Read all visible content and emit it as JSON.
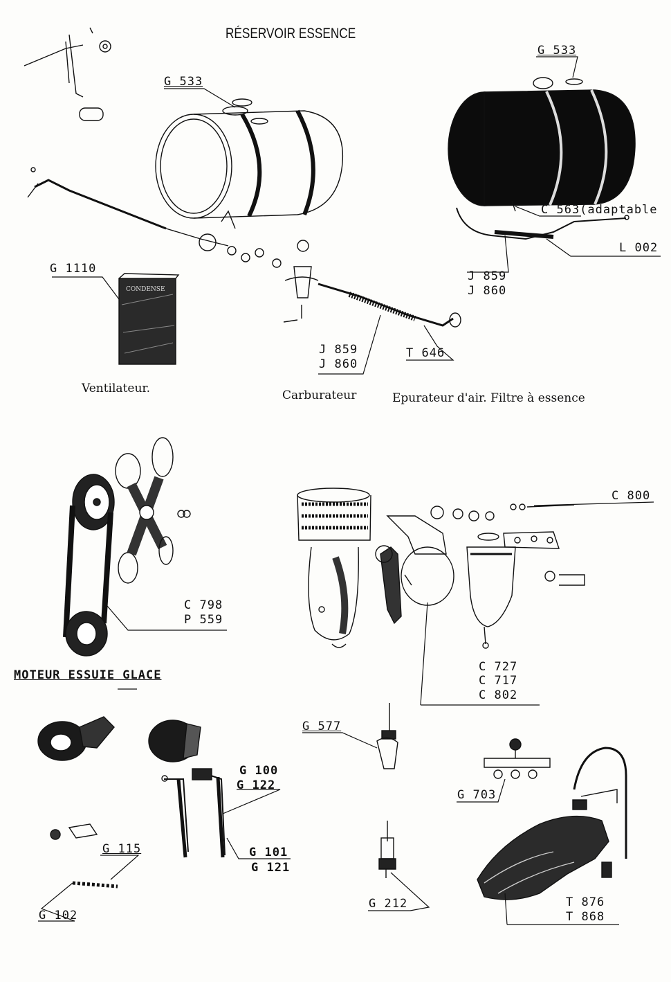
{
  "title": "RÉSERVOIR ESSENCE",
  "captions": {
    "ventilateur": "Ventilateur.",
    "carburateur": "Carburateur",
    "epurateur": "Epurateur d'air. Filtre à essence",
    "moteur": "MOTEUR ESSUIE GLACE"
  },
  "refs": {
    "g533_left": "G 533",
    "g533_right": "G 533",
    "c563": "C 563(adaptable",
    "l002": "L 002",
    "j859_right": "J 859",
    "j860_right": "J 860",
    "g1110": "G 1110",
    "j859_mid": "J 859",
    "j860_mid": "J 860",
    "t646": "T 646",
    "c800": "C 800",
    "c798": "C 798",
    "p559": "P 559",
    "c727": "C 727",
    "c717": "C 717",
    "c802": "C 802",
    "g577": "G 577",
    "g100": "G 100",
    "g122": "G 122",
    "g703": "G 703",
    "g115": "G 115",
    "g101": "G 101",
    "g121": "G 121",
    "g212": "G 212",
    "g102": "G 102",
    "t876": "T 876",
    "t868": "T 868"
  },
  "fan_box_text": "CONDENSE"
}
